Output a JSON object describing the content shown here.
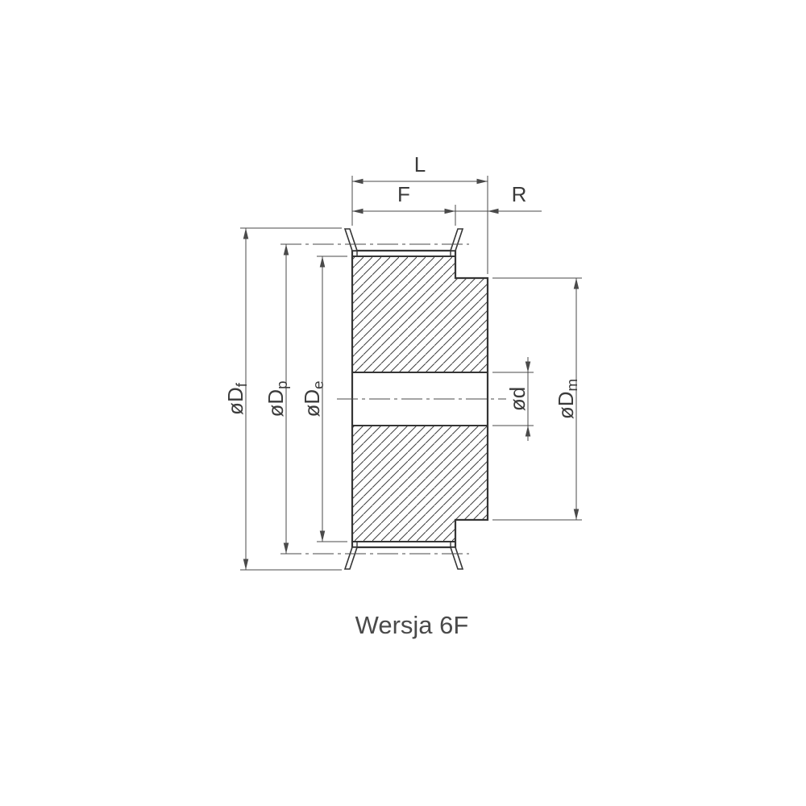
{
  "drawing": {
    "caption": "Wersja 6F",
    "colors": {
      "outline": "#353535",
      "dimension_lines": "#4a4a4a",
      "text": "#3b3b3b",
      "background": "#ffffff"
    },
    "dimensions": {
      "L": {
        "label": "L"
      },
      "F": {
        "label": "F"
      },
      "R": {
        "label": "R"
      },
      "Df": {
        "prefix": "øD",
        "sub": "f"
      },
      "Dp": {
        "prefix": "øD",
        "sub": "p"
      },
      "De": {
        "prefix": "øD",
        "sub": "e"
      },
      "d": {
        "prefix": "ød",
        "sub": ""
      },
      "Dm": {
        "prefix": "øD",
        "sub": "m"
      }
    }
  }
}
